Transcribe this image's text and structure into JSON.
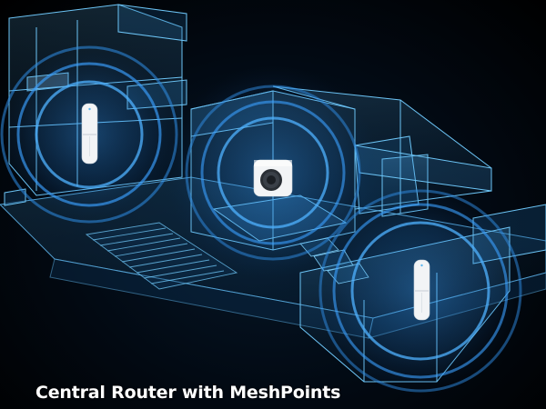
{
  "caption": "Central Router with MeshPoints",
  "colors": {
    "background": "#000000",
    "wireframe": "#5fb8f0",
    "signal_glow": "#3aa0ff",
    "device_body": "#f2f4f6",
    "caption_text": "#ffffff"
  },
  "devices": [
    {
      "name": "MeshPoint",
      "icon": "meshpoint-icon"
    },
    {
      "name": "Router",
      "icon": "router-icon"
    },
    {
      "name": "MeshPoint",
      "icon": "meshpoint-icon"
    }
  ]
}
